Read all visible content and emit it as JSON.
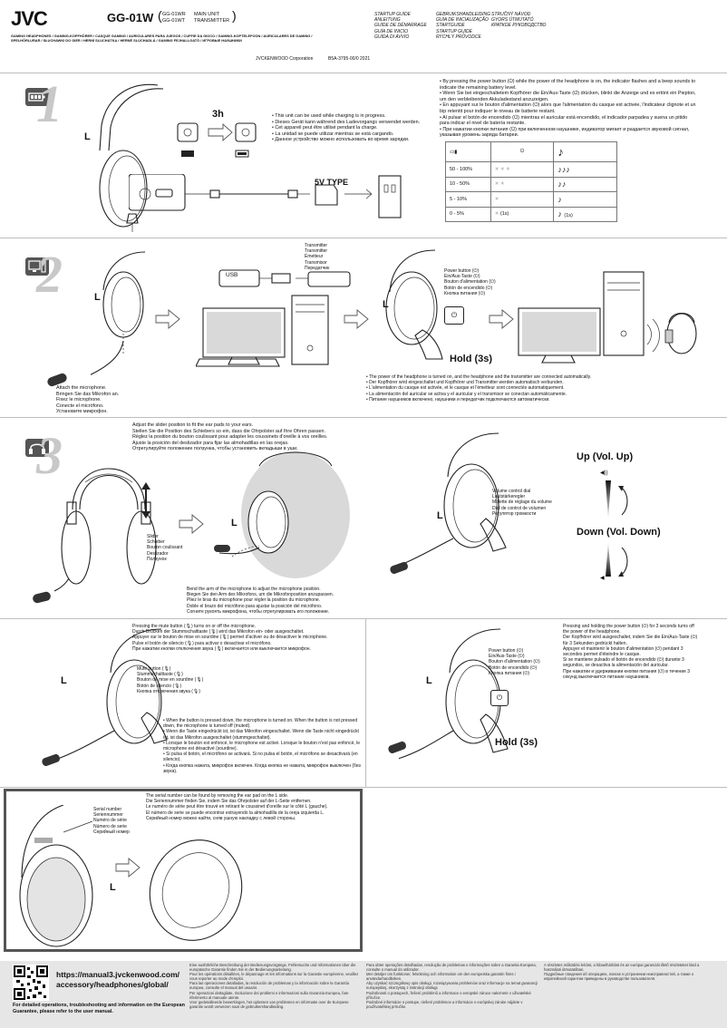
{
  "header": {
    "brand": "JVC",
    "model": "GG-01W",
    "model_variants": [
      "GG-01WR",
      "GG-01WT"
    ],
    "model_parts": [
      "MAIN UNIT",
      "TRANSMITTER"
    ],
    "subtitle_line1": "GAMING HEADPHONES / GAMING-KOPFHÖRER / CASQUE GAMING / AURICULARES PARA JUEGOS / CUFFIE DA GIOCO / GAMING-KOPTELEFOON / AURICULARES DE GAMING /",
    "subtitle_line2": "SPELHÖRLURAR / SŁUCHAWKI DO GIER / HERNÍ SLUCHÁTKA / HERNÉ SLÚCHADLÁ / GAMING FEJHALLGATÓ / ИГРОВЫЕ НАУШНИКИ",
    "guide_col1": [
      "STARTUP GUIDE",
      "ANLEITUNG",
      "GUIDE DE DÉMARRAGE",
      "GUÍA DE INICIO",
      "GUIDA DI AVVIO"
    ],
    "guide_col2": [
      "GEBRUIKSHANDLEIDING",
      "GUIA DE INICIALIZAÇÃO",
      "STARTGUIDE",
      "STARTUP GUIDE",
      "RYCHLÝ PRŮVODCE"
    ],
    "guide_col3": [
      "STRUČNÝ NÁVOD",
      "GYORS ÚTMUTATÓ",
      "КРАТКОЕ РУКОВОДСТВО"
    ],
    "corp": "JVCKENWOOD Corporation",
    "doc_code": "B5A-3795-00/0 2021"
  },
  "step1": {
    "number": "1",
    "charge_time": "3h",
    "side_label": "L",
    "charging_text": [
      "This unit can be used while charging is in progress.",
      "Dieses Gerät kann während des Ladevorgangs verwendet werden.",
      "Cet appareil peut être utilisé pendant la charge.",
      "La unidad se puede utilizar mientras se está cargando.",
      "Данное устройство можно использовать во время зарядки."
    ],
    "adapter_label": "5V TYPE",
    "battery_text": [
      "By pressing the power button (⏻) while the power of the headphone is on, the indicator flashes and a beep sounds to indicate the remaining battery level.",
      "Wenn Sie bei eingeschaltetem Kopfhörer die Ein/Aus-Taste (⏻) drücken, blinkt die Anzeige und es ertönt ein Piepton, um den verbleibenden Akkuladestand anzuzeigen.",
      "En appuyant sur le bouton d'alimentation (⏻) alors que l'alimentation du casque est activée, l'indicateur clignote et un bip retentit pour indiquer le niveau de batterie restant.",
      "Al pulsar el botón de encendido (⏻) mientras el auricular está encendido, el indicador parpadea y suena un pitido para indicar el nivel de batería restante.",
      "При нажатии кнопки питания (⏻) при включенном наушнике, индикатор мигает и раздается звуковой сигнал, указывая уровень заряда батареи."
    ],
    "battery_rows": [
      {
        "level": "50 - 100%",
        "sound": "♪♪♪",
        "flash": "✳ ✳ ✳",
        "extra": ""
      },
      {
        "level": "10 - 50%",
        "sound": "♪♪",
        "flash": "✳ ✳",
        "extra": ""
      },
      {
        "level": "5 - 10%",
        "sound": "♪",
        "flash": "✳",
        "extra": ""
      },
      {
        "level": "0 - 5%",
        "sound": "♪",
        "flash": "✳",
        "extra": "(1s)"
      }
    ],
    "sound_extra": "(1s)"
  },
  "step2": {
    "number": "2",
    "transmitter_labels": [
      "Transmitter",
      "Transmitter",
      "Émetteur",
      "Transmisor",
      "Передатчик"
    ],
    "usb_label": "USB",
    "side_label": "L",
    "attach_text": [
      "Attach the microphone.",
      "Bringen Sie das Mikrofon an.",
      "Fixez le microphone.",
      "Conecte el micrófono.",
      "Установите микрофон."
    ],
    "power_labels": [
      "Power button (⏻)",
      "Ein/Aus-Taste (⏻)",
      "Bouton d'alimentation (⏻)",
      "Botón de encendido (⏻)",
      "Кнопка питания (⏻)"
    ],
    "hold_label": "Hold (3s)",
    "connect_text": [
      "The power of the headphone is turned on, and the headphone and the transmitter are connected automatically.",
      "Der Kopfhörer wird eingeschaltet und Kopfhörer und Transmitter werden automatisch verbunden.",
      "L'alimentation du casque est activée, et le casque et l'émetteur sont connectés automatiquement.",
      "La alimentación del auricular se activa y el auricular y el transmisor se conectan automáticamente.",
      "Питание наушников включено, наушники и передатчик подключаются автоматически."
    ]
  },
  "step3": {
    "number": "3",
    "slider_text": [
      "Adjust the slider position to fit the ear pads to your ears.",
      "Stellen Sie die Position des Schiebers so ein, dass die Ohrpolster auf Ihre Ohren passen.",
      "Réglez la position du bouton coulissant pour adapter les coussinets d'oreille à vos oreilles.",
      "Ajuste la posición del deslizador para fijar las almohadillas en las orejas.",
      "Отрегулируйте положение ползунка, чтобы установить вкладыши в уши."
    ],
    "slider_labels": [
      "Slider",
      "Schieber",
      "Bouton coulissant",
      "Deslizador",
      "Ползунок"
    ],
    "side_label": "L",
    "mic_text": [
      "Bend the arm of the microphone to adjust the microphone position.",
      "Biegen Sie den Arm des Mikrofons, um die Mikrofonposition anzupassen.",
      "Pliez le bras du microphone pour régler la position du microphone.",
      "Doble el brazo del micrófono para ajustar la posición del micrófono.",
      "Согните рукоять микрофона, чтобы отрегулировать его положение."
    ],
    "volume_labels": [
      "Volume control dial",
      "Lautstärkeregler",
      "Molette de réglage du volume",
      "Dial de control de volumen",
      "Регулятор громкости"
    ],
    "vol_up": "Up (Vol. Up)",
    "vol_down": "Down (Vol. Down)"
  },
  "mute": {
    "intro": [
      "Pressing the mute button (🎙) turns on or off the microphone.",
      "Durch Drücken der Stummschalttaste (🎙) wird das Mikrofon ein- oder ausgeschaltet.",
      "Appuyer sur le bouton de mise en sourdine (🎙) permet d'activer ou de désactiver le microphone.",
      "Pulse el botón de silencio (🎙) para activar o desactivar el micrófono.",
      "При нажатии кнопки отключения звука (🎙) включается или выключается микрофон."
    ],
    "labels": [
      "Mute button (🎙)",
      "Stummschalttaste (🎙)",
      "Bouton de mise en sourdine (🎙)",
      "Botón de silencio (🎙)",
      "Кнопка отключения звука (🎙)"
    ],
    "side_label": "L",
    "notes": [
      "When the button is pressed down, the microphone is turned on. When the button is not pressed down, the microphone is turned off (muted).",
      "Wenn die Taste eingedrückt ist, ist das Mikrofon eingeschaltet. Wenn die Taste nicht eingedrückt ist, ist das Mikrofon ausgeschaltet (stummgeschaltet).",
      "Lorsque le bouton est enfoncé, le microphone est activé. Lorsque le bouton n'est pas enfoncé, le microphone est désactivé (sourdine).",
      "Si pulsa el botón, el micrófono se activará. Si no pulsa el botón, el micrófono se desactivará (en silencio).",
      "Когда кнопка нажата, микрофон включен. Когда кнопка не нажата, микрофон выключен (без звука)."
    ]
  },
  "poweroff": {
    "intro": [
      "Pressing and holding the power button (⏻) for 3 seconds turns off the power of the headphone.",
      "Der Kopfhörer wird ausgeschaltet, indem Sie die Ein/Aus-Taste (⏻) für 3 Sekunden gedrückt halten.",
      "Appuyer et maintenir le bouton d'alimentation (⏻) pendant 3 secondes permet d'éteindre le casque.",
      "Si se mantiene pulsado el botón de encendido (⏻) durante 3 segundos, se desactiva la alimentación del auricular.",
      "При нажатии и удерживании кнопки питания (⏻) в течение 3 секунд выключается питание наушников."
    ],
    "labels": [
      "Power button (⏻)",
      "Ein/Aus-Taste (⏻)",
      "Bouton d'alimentation (⏻)",
      "Botón de encendido (⏻)",
      "Кнопка питания (⏻)"
    ],
    "side_label": "L",
    "hold_label": "Hold (3s)"
  },
  "serial": {
    "intro": [
      "The serial number can be found by removing the ear pad on the L side.",
      "Die Seriennummer finden Sie, indem Sie das Ohrpolster auf der L-Seite entfernen.",
      "Le numéro de série peut être trouvé en retirant le coussinet d'oreille sur le côté L (gauche).",
      "El número de serie se puede encontrar extrayendo la almohadilla de la oreja izquierda L.",
      "Серийный номер можно найти, сняв ушную накладку с левой стороны."
    ],
    "labels": [
      "Serial number",
      "Seriennummer",
      "Numéro de série",
      "Número de serie",
      "Серийный номер"
    ],
    "side_label": "L"
  },
  "footer": {
    "url_line1": "https://manual3.jvckenwood.com/",
    "url_line2": "accessory/headphones/global/",
    "note": "For detailed operations, troubleshooting and information on the European Guarantee, please refer to the user manual.",
    "col1": [
      "Eine ausführliche Beschreibung der Bedienungsvorgänge, Fehlersuche und Informationen über die europäische Garantie finden Sie in der Bedienungsanleitung.",
      "Pour les opérations détaillées, le dépannage et les informations sur la Garantie européenne, veuillez vous reporter au mode d'emploi.",
      "Para las operaciones detalladas, la resolución de problemas y la información sobre la Garantía europea, consulte el manual del usuario.",
      "Per operazioni dettagliate, risoluzione dei problemi e informazioni sulla Garanzia Europea, fare riferimento al manuale utente.",
      "Voor gedetailleerde bewerkingen, het oplossen van problemen en informatie over de Europese garantie wordt verwezen naar de gebruikershandleiding."
    ],
    "col2": [
      "Para obter operações detalhadas, resolução de problemas e informações sobre a Garantia Europeia, consulte o manual do utilizador.",
      "Mer detaljer om funktioner, felsökning och information om den europeiska garantin finns i användarhandboken.",
      "Aby uzyskać szczegółowy opis obsługi, rozwiązywania problemów oraz informacje na temat gwarancji europejskiej, skorzystaj z instrukcji obsługi.",
      "Podrobnosti o postupech, řešení problémů a informace o evropské záruce naleznete v uživatelské příručce.",
      "Podrobné informácie o postupe, riešení problémov a informácie o európskej záruke nájdete v používateľskej príručke."
    ],
    "col3": [
      "A részletes működési leírást, a hibaelhárítást és az európai garanciát illető részleteket lásd a használati útmutatóban.",
      "Подробные сведения об операциях, поиске и устранении неисправностей, а также о европейской гарантии приведены в руководстве пользователя."
    ]
  },
  "colors": {
    "badge": "#555555",
    "big_number": "#c8c8c8",
    "footer_bg": "#e6e6e6"
  }
}
